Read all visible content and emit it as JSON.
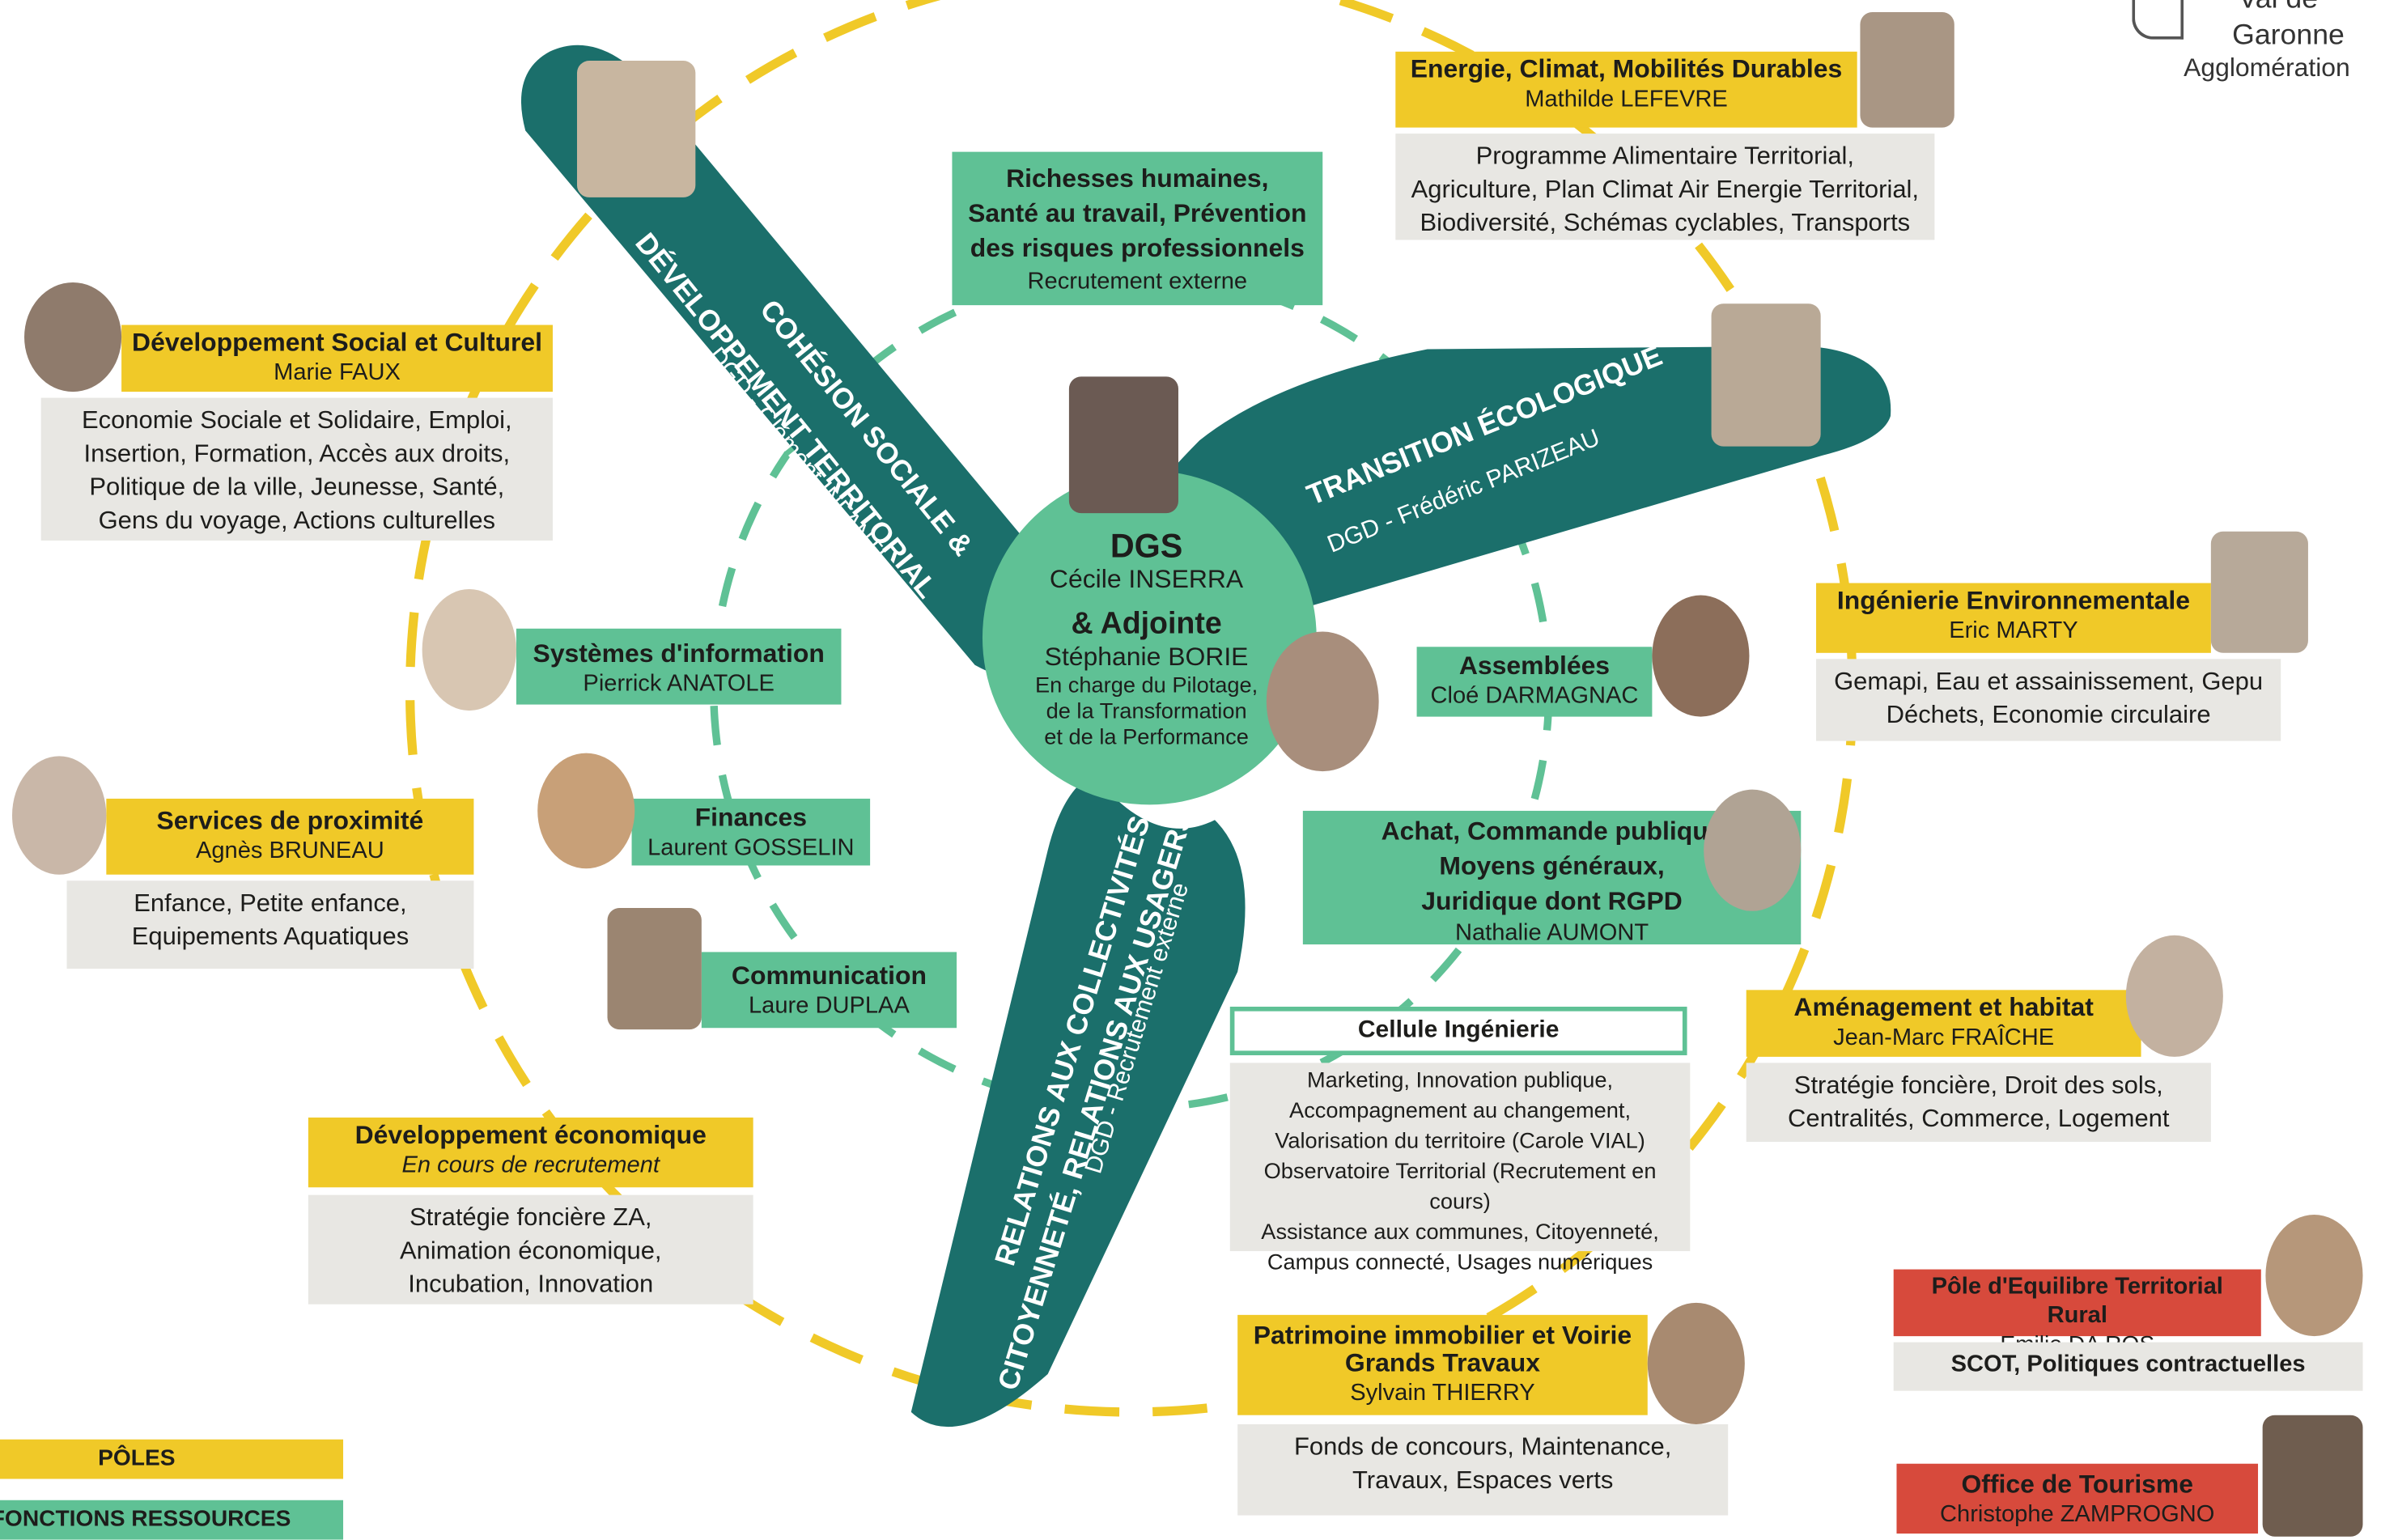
{
  "logo": {
    "line1": "Val de",
    "line2": "Garonne",
    "line3": "Agglomération"
  },
  "colors": {
    "poles": "#f0c928",
    "fonctions": "#5fc195",
    "arms": "#1b6f6b",
    "ring": "#f0c928",
    "inner_ring": "#5fc195",
    "red": "#d74a3c",
    "body": "#e8e7e3"
  },
  "center": {
    "title": "DGS",
    "name": "Cécile INSERRA",
    "adjointe_title": "& Adjointe",
    "adjointe_name": "Stéphanie BORIE",
    "role_l1": "En charge du Pilotage,",
    "role_l2": "de la Transformation",
    "role_l3": "et de la  Performance"
  },
  "arms": {
    "cohesion": {
      "l1": "COHÉSION SOCIALE &",
      "l2": "DÉVELOPPEMENT TERRITORIAL",
      "dgd": "DGD - Clément INFANTI"
    },
    "transition": {
      "l1": "TRANSITION ÉCOLOGIQUE",
      "dgd": "DGD - Frédéric PARIZEAU"
    },
    "relations": {
      "l1": "RELATIONS AUX COLLECTIVITÉS",
      "l2": "CITOYENNETÉ, RELATIONS AUX USAGERS",
      "dgd": "DGD - Recrutement externe"
    }
  },
  "richesses": {
    "l1": "Richesses humaines,",
    "l2": "Santé au travail, Prévention",
    "l3": "des risques professionnels",
    "name": "Recrutement externe"
  },
  "energie": {
    "title": "Energie, Climat, Mobilités Durables",
    "name": "Mathilde LEFEVRE",
    "l1": "Programme Alimentaire Territorial,",
    "l2": "Agriculture, Plan Climat Air Energie Territorial,",
    "l3": "Biodiversité, Schémas cyclables, Transports"
  },
  "social": {
    "title": "Développement Social et Culturel",
    "name": "Marie FAUX",
    "l1": "Economie Sociale et Solidaire, Emploi,",
    "l2": "Insertion, Formation, Accès aux droits,",
    "l3": "Politique de la ville, Jeunesse, Santé,",
    "l4": "Gens du voyage, Actions culturelles"
  },
  "si": {
    "title": "Systèmes d'information",
    "name": "Pierrick ANATOLE"
  },
  "proximite": {
    "title": "Services de proximité",
    "name": "Agnès BRUNEAU",
    "l1": "Enfance, Petite enfance,",
    "l2": "Equipements Aquatiques"
  },
  "finances": {
    "title": "Finances",
    "name": "Laurent GOSSELIN"
  },
  "communication": {
    "title": "Communication",
    "name": "Laure DUPLAA"
  },
  "eco": {
    "title": "Développement économique",
    "name": "En cours de recrutement",
    "l1": "Stratégie foncière ZA,",
    "l2": "Animation économique,",
    "l3": "Incubation, Innovation"
  },
  "ingenierie_env": {
    "title": "Ingénierie Environnementale",
    "name": "Eric MARTY",
    "l1": "Gemapi, Eau et assainissement, Gepu",
    "l2": "Déchets, Economie circulaire"
  },
  "assemblees": {
    "title": "Assemblées",
    "name": "Cloé DARMAGNAC"
  },
  "achat": {
    "l1": "Achat, Commande publique",
    "l2": "Moyens généraux,",
    "l3": "Juridique dont RGPD",
    "name": "Nathalie AUMONT"
  },
  "amenagement": {
    "title": "Aménagement et habitat",
    "name": "Jean-Marc FRAÎCHE",
    "l1": "Stratégie foncière, Droit des sols,",
    "l2": "Centralités, Commerce, Logement"
  },
  "cellule": {
    "title": "Cellule Ingénierie",
    "l1": "Marketing, Innovation publique,",
    "l2": "Accompagnement au changement,",
    "l3": "Valorisation du territoire (Carole VIAL)",
    "l4": "Observatoire Territorial (Recrutement en cours)",
    "l5": "Assistance aux communes, Citoyenneté,",
    "l6": "Campus connecté, Usages numériques"
  },
  "petr": {
    "title": "Pôle d'Equilibre Territorial Rural",
    "name": "Emilie DA ROS",
    "l1": "SCOT, Politiques contractuelles"
  },
  "patrimoine": {
    "l1": "Patrimoine immobilier et Voirie",
    "l2": "Grands Travaux",
    "name": "Sylvain THIERRY",
    "b1": "Fonds de concours, Maintenance,",
    "b2": "Travaux, Espaces verts"
  },
  "tourisme": {
    "title": "Office de Tourisme",
    "name": "Christophe ZAMPROGNO"
  },
  "legend": {
    "poles": "PÔLES",
    "fonctions": "FONCTIONS RESSOURCES"
  }
}
